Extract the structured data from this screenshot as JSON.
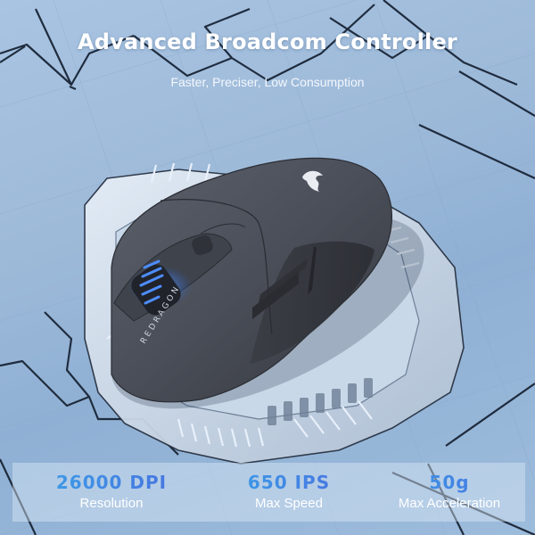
{
  "hero": {
    "title": "Advanced Broadcom Controller",
    "subtitle": "Faster, Preciser, Low Consumption"
  },
  "product": {
    "brand_text": "REDRAGON",
    "logo_icon": "dragon-logo-icon",
    "accent_color": "#3a7bff"
  },
  "stats": [
    {
      "value": "26000 DPI",
      "label": "Resolution"
    },
    {
      "value": "650 IPS",
      "label": "Max Speed"
    },
    {
      "value": "50g",
      "label": "Max Acceleration"
    }
  ],
  "colors": {
    "background": "#a0bddc",
    "stat_value": "#3f8fe0",
    "mouse_body": "#4a4f58"
  }
}
